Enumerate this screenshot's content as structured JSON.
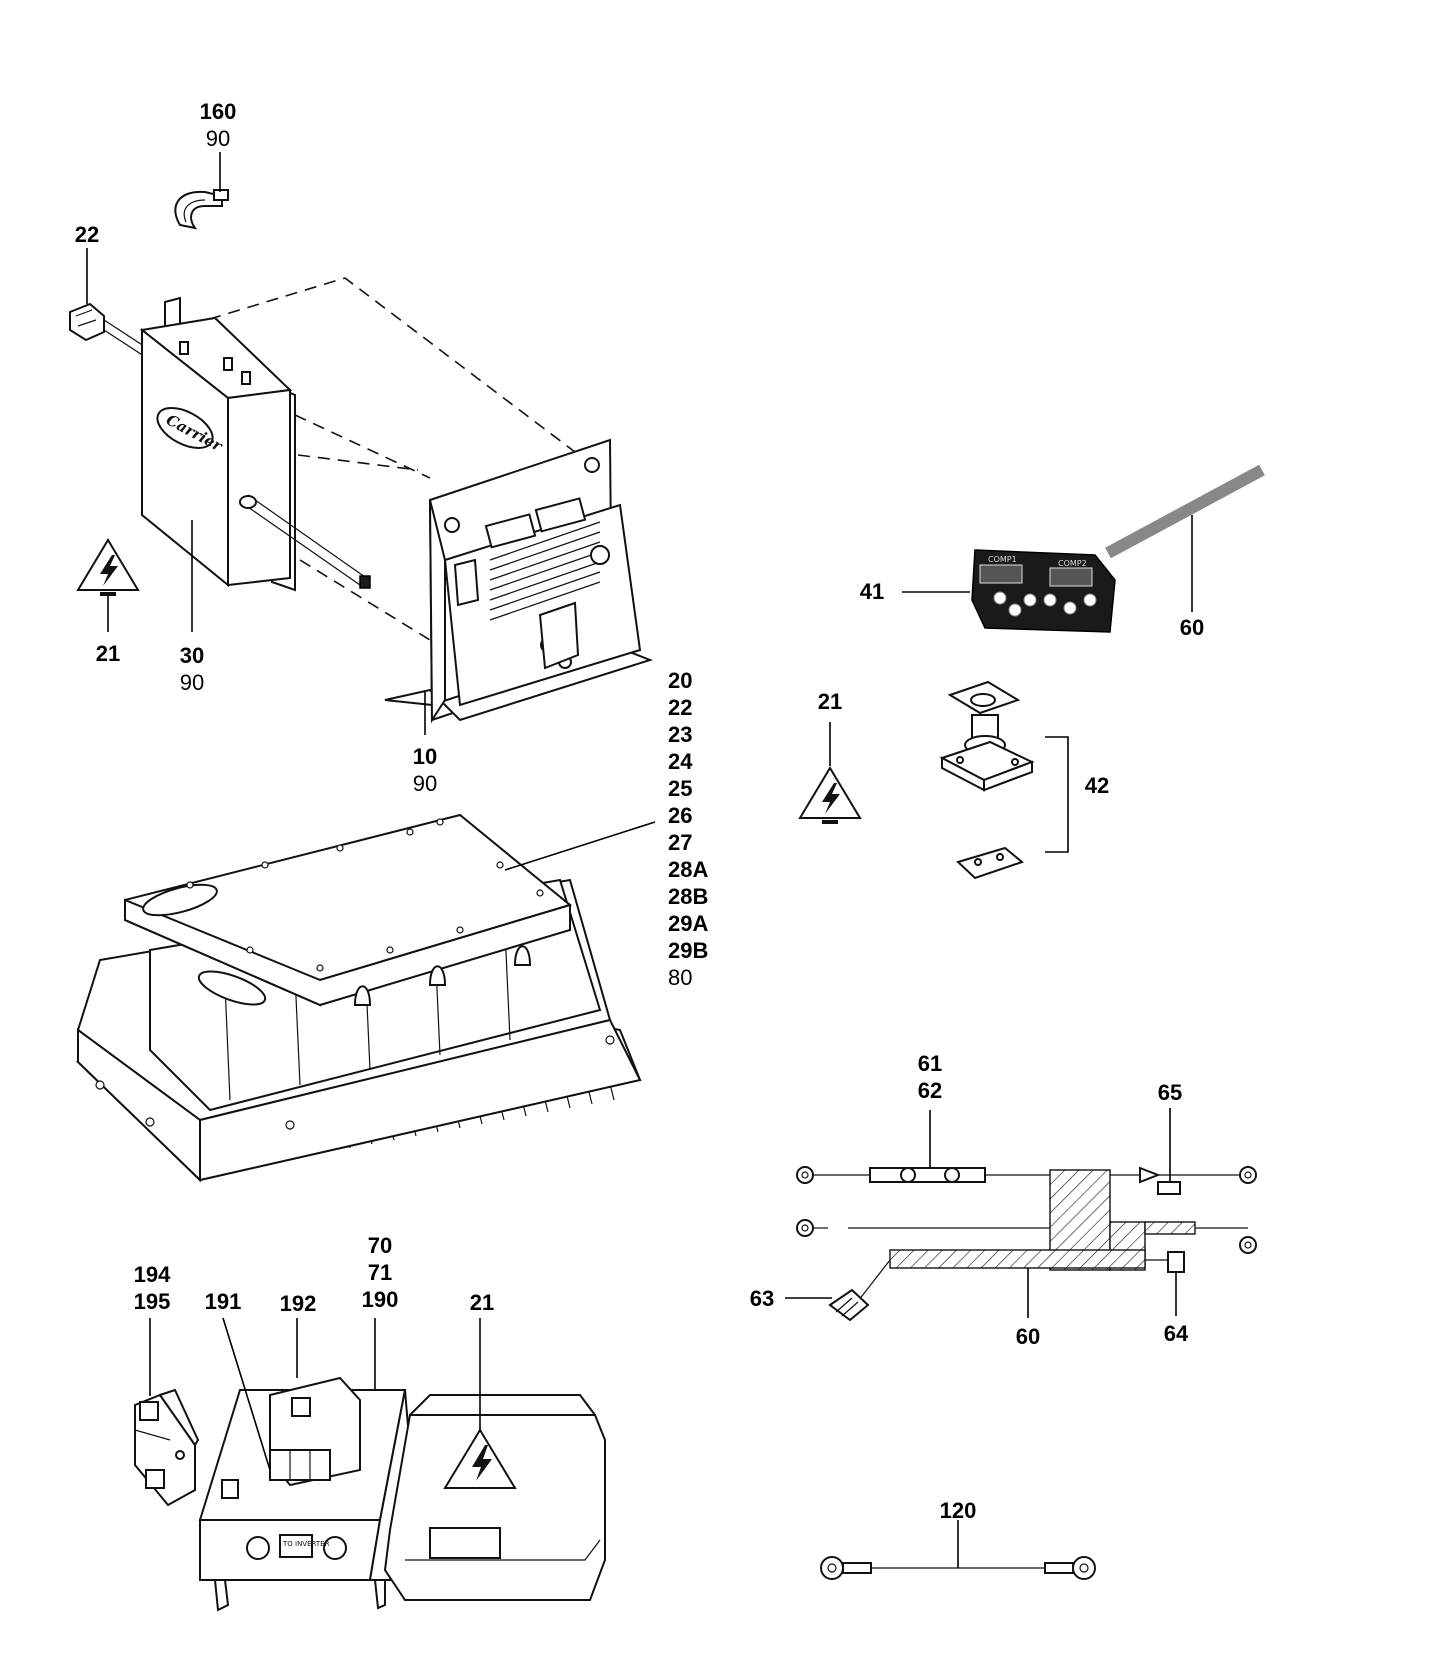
{
  "callouts": {
    "c160": {
      "bold": "160",
      "plain": "90"
    },
    "c22_top": {
      "bold": "22"
    },
    "c21_left": {
      "bold": "21"
    },
    "c30": {
      "bold": "30",
      "plain": "90"
    },
    "c10": {
      "bold": "10",
      "plain": "90"
    },
    "stack_right": {
      "bold": [
        "20",
        "22",
        "23",
        "24",
        "25",
        "26",
        "27",
        "28A",
        "28B",
        "29A",
        "29B"
      ],
      "plain": "80"
    },
    "c41": {
      "bold": "41"
    },
    "c60_display": {
      "bold": "60"
    },
    "c21_mid": {
      "bold": "21"
    },
    "c42": {
      "bold": "42"
    },
    "c61_62": {
      "bold": [
        "61",
        "62"
      ]
    },
    "c65": {
      "bold": "65"
    },
    "c63": {
      "bold": "63"
    },
    "c60_harness": {
      "bold": "60"
    },
    "c64": {
      "bold": "64"
    },
    "c194_195": {
      "bold": [
        "194",
        "195"
      ]
    },
    "c191": {
      "bold": "191"
    },
    "c192": {
      "bold": "192"
    },
    "c70_71_190": {
      "bold": [
        "70",
        "71",
        "190"
      ]
    },
    "c21_bottom": {
      "bold": "21"
    },
    "c120": {
      "bold": "120"
    }
  },
  "logos": {
    "brand_mark": "Carrier",
    "panel_comp1": "COMP1",
    "panel_comp2": "COMP2",
    "box_stamp": "TO INVERTER"
  },
  "icons": [
    "high-voltage-warning-icon"
  ]
}
